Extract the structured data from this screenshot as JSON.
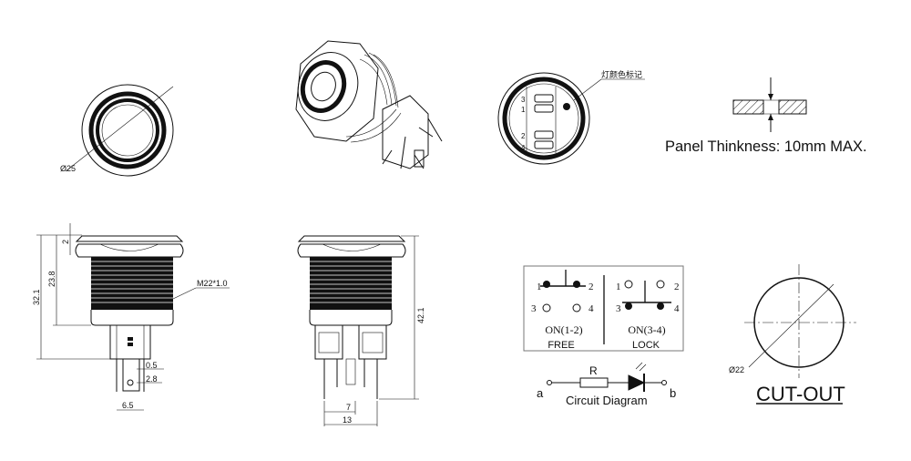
{
  "front_view": {
    "diameter": "Ø25"
  },
  "rear_view": {
    "led_color_mark": "灯颜色标记",
    "pins": [
      "3",
      "1",
      "2",
      "4"
    ]
  },
  "panel": {
    "text": "Panel Thinkness: 10mm MAX."
  },
  "side_view_left": {
    "dim_total": "32.1",
    "dim_body": "23.8",
    "dim_cap": "2",
    "thread": "M22*1.0",
    "dim_pin_thick": "0.5",
    "dim_pin_width": "2.8",
    "dim_pin_spacing": "6.5"
  },
  "side_view_right": {
    "dim_total": "42.1",
    "dim_a": "7",
    "dim_b": "13"
  },
  "switch_states": {
    "left": {
      "pins": [
        "1",
        "2",
        "3",
        "4"
      ],
      "state": "ON(1-2)",
      "mode": "FREE"
    },
    "right": {
      "pins": [
        "1",
        "2",
        "3",
        "4"
      ],
      "state": "ON(3-4)",
      "mode": "LOCK"
    }
  },
  "circuit": {
    "terminal_a": "a",
    "terminal_b": "b",
    "resistor": "R",
    "caption": "Circuit Diagram"
  },
  "cutout": {
    "diameter": "Ø22",
    "title": "CUT-OUT"
  }
}
